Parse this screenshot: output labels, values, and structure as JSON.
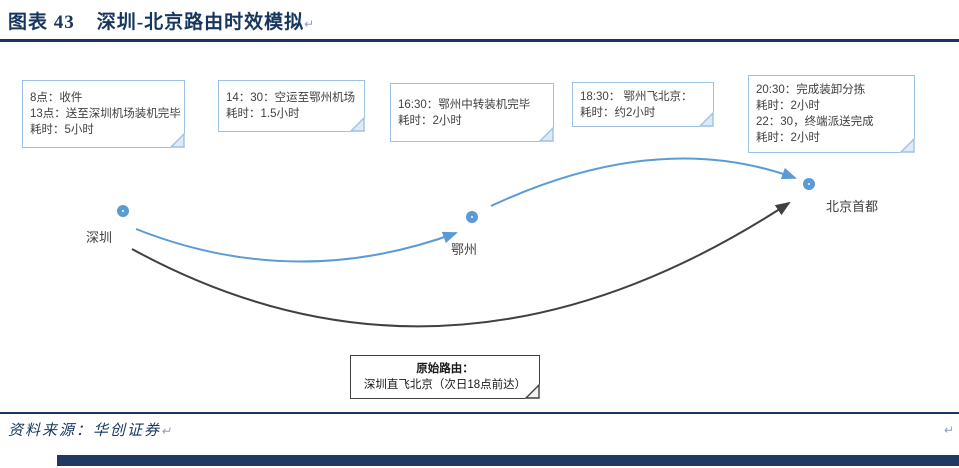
{
  "figure": {
    "label": "图表 43",
    "title": "深圳-北京路由时效模拟",
    "return_mark": "↵"
  },
  "notes": [
    {
      "lines": [
        "8点：收件",
        "13点：送至深圳机场装机完毕",
        "耗时：5小时"
      ]
    },
    {
      "lines": [
        "14：30：空运至鄂州机场",
        "耗时：1.5小时"
      ]
    },
    {
      "lines": [
        "16:30：鄂州中转装机完毕",
        "耗时：2小时"
      ]
    },
    {
      "lines": [
        "18:30： 鄂州飞北京：",
        "耗时：约2小时"
      ]
    },
    {
      "lines": [
        "20:30：完成装卸分拣",
        "耗时：2小时",
        "22：30，终端派送完成",
        "耗时：2小时"
      ]
    }
  ],
  "nodes": [
    {
      "label": "深圳"
    },
    {
      "label": "鄂州"
    },
    {
      "label": "北京首都"
    }
  ],
  "origin_box": {
    "title": "原始路由：",
    "line": "深圳直飞北京（次日18点前达）"
  },
  "source": {
    "text": "资料来源：华创证券",
    "return_mark": "↵"
  },
  "colors": {
    "accent_blue": "#5B9BD5",
    "note_border": "#9CC2E5",
    "note_fold_fill": "#DEEBF7",
    "navy": "#17365D",
    "footer_bar": "#1F3864",
    "dark_arrow": "#404040"
  }
}
